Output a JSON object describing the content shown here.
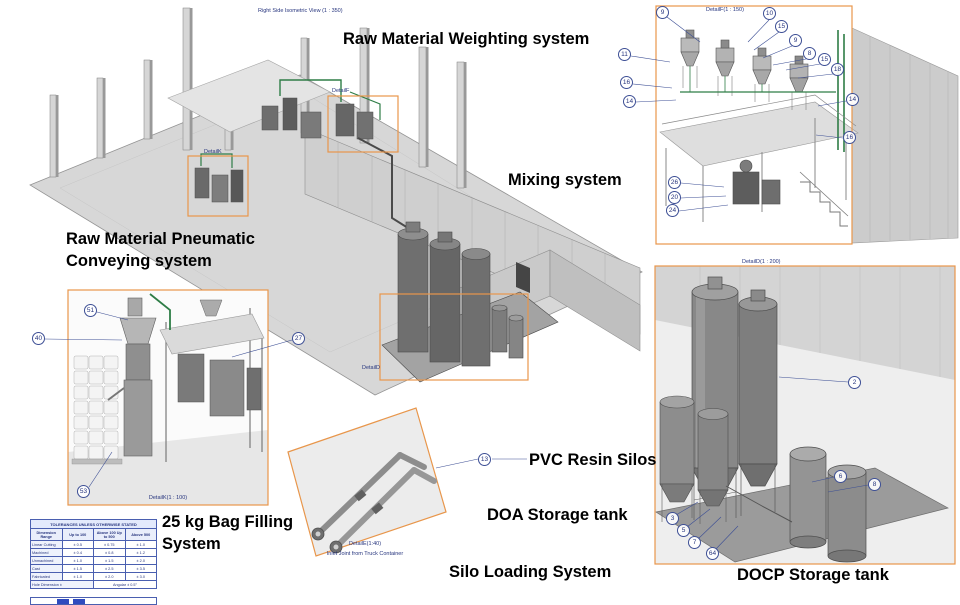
{
  "colors": {
    "detail_border": "#E8964B",
    "callout_blue": "#27357E",
    "annotation_black": "#000000",
    "pipe_green": "#2E7D46",
    "table_blue": "#4A5FB0"
  },
  "annotations": {
    "weighting_system": "Raw Material Weighting system",
    "mixing_system": "Mixing system",
    "pneumatic_line1": "Raw Material Pneumatic",
    "pneumatic_line2": "Conveying system",
    "bag_filling_line1": "25 kg Bag Filling",
    "bag_filling_line2": "System",
    "pvc_resin_silos": "PVC Resin Silos",
    "doa_storage_tank": "DOA Storage tank",
    "silo_loading_system": "Silo Loading System",
    "docp_storage_tank": "DOCP Storage tank"
  },
  "main_view": {
    "title": "Right Side Isometric View (1 : 350)",
    "detail_f_label": "DetailF",
    "detail_k_label": "DetailK",
    "detail_d_label": "DetailD"
  },
  "detail_f": {
    "title": "DetailF(1 : 150)",
    "callouts": [
      "9",
      "11",
      "16",
      "14",
      "10",
      "15",
      "9",
      "8",
      "15",
      "18",
      "14",
      "16",
      "26",
      "20",
      "24"
    ]
  },
  "detail_d": {
    "title": "DetailD(1 : 200)",
    "callouts": [
      "2",
      "8",
      "3",
      "5",
      "7",
      "64",
      "6"
    ]
  },
  "detail_k": {
    "title": "DetailK(1 : 100)",
    "callouts": [
      "51",
      "40",
      "27",
      "53"
    ]
  },
  "detail_e": {
    "title": "DetailE(1:40)",
    "subtitle": "Inlet Joint from Truck Container",
    "callouts": [
      "13"
    ]
  },
  "tolerance_table": {
    "title": "TOLERANCES UNLESS OTHERWISE STATED",
    "col_headers": [
      "Dimension Range",
      "Up to 100",
      "Above 100 Up to 500",
      "Above 500"
    ],
    "rows": [
      {
        "label": "Linear Cutting",
        "v1": "± 0.5",
        "v2": "± 0.75",
        "v3": "± 1.0"
      },
      {
        "label": "Machined",
        "v1": "± 0.4",
        "v2": "± 0.8",
        "v3": "± 1.2"
      },
      {
        "label": "Unmachined",
        "v1": "± 1.0",
        "v2": "± 1.5",
        "v3": "± 2.0"
      },
      {
        "label": "Cast",
        "v1": "± 1.5",
        "v2": "± 2.5",
        "v3": "± 3.5"
      },
      {
        "label": "Fabricated",
        "v1": "± 1.0",
        "v2": "± 2.0",
        "v3": "± 3.0"
      }
    ],
    "footer_left": "Hole Dimension ±",
    "footer_right": "Angular ± 0.5°"
  }
}
